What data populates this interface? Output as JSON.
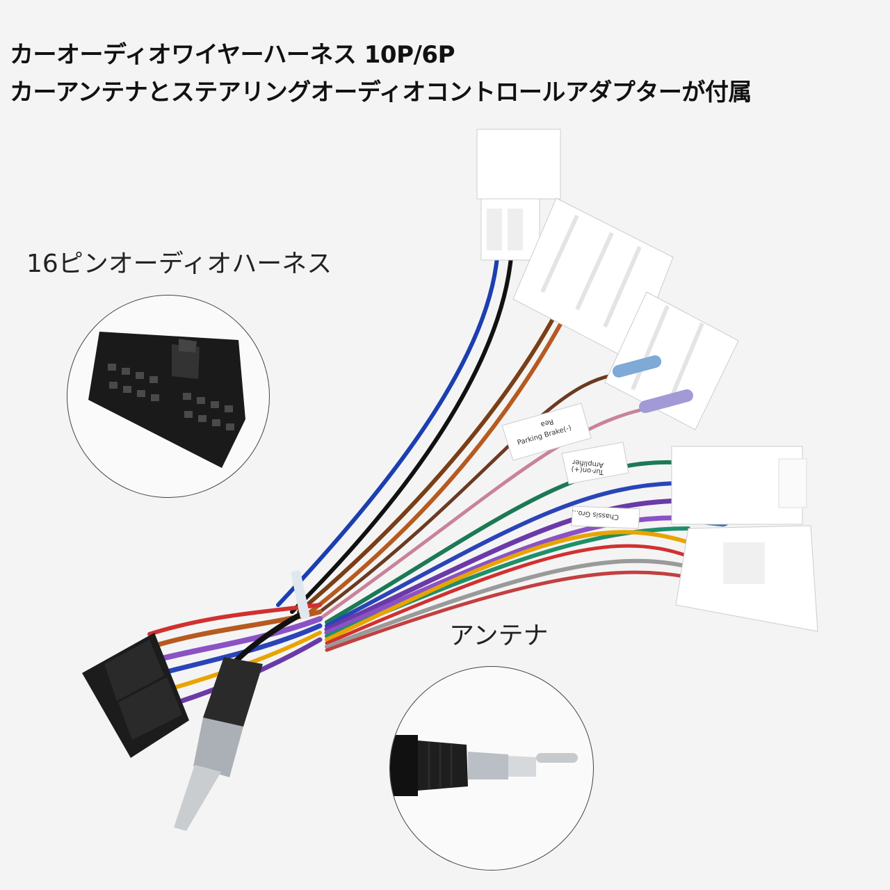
{
  "title": {
    "line1": "カーオーディオワイヤーハーネス 10P/6P",
    "line2": "カーアンテナとステアリングオーディオコントロールアダプターが付属"
  },
  "labels": {
    "pin16": "16ピンオーディオハーネス",
    "antenna": "アンテナ"
  },
  "tags": {
    "parking": "Parking Brake(-)",
    "parking_top": "Rea",
    "amplifier": "Amplifier",
    "amplifier_sub": "Tur-on(+)",
    "chassis": "Chassis Gro..."
  },
  "colors": {
    "background": "#f4f4f4",
    "connector_white": "#ffffff",
    "connector_black": "#1c1c1c"
  }
}
